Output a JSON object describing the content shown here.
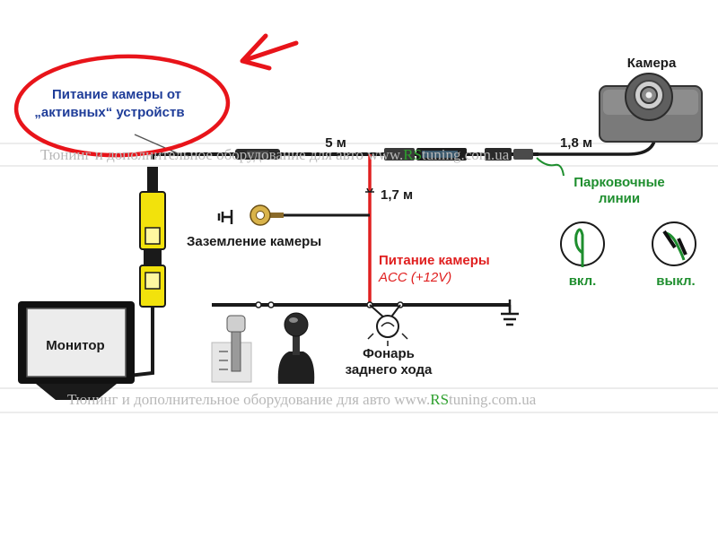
{
  "colors": {
    "wire": "#1a1a1a",
    "power_wire": "#e02020",
    "active_label": "#1f3d99",
    "red_mark": "#e8141a",
    "green": "#1e8e2e",
    "rca_yellow": "#f2e20c",
    "watermark": "#b8b8b8",
    "watermark_rs": "#2ea02e"
  },
  "labels": {
    "active_power_line1": "Питание камеры от",
    "active_power_line2": "„активных“ устройств",
    "camera": "Камера",
    "cable_5m": "5 м",
    "cable_1_8m": "1,8 м",
    "cable_1_7m": "1,7 м",
    "ground": "Заземление камеры",
    "power_title": "Питание камеры",
    "power_sub": "ACC (+12V)",
    "parking_line1": "Парковочные",
    "parking_line2": "линии",
    "on": "вкл.",
    "off": "выкл.",
    "monitor": "Монитор",
    "reverse_line1": "Фонарь",
    "reverse_line2": "заднего хода"
  },
  "watermarks": [
    {
      "prefix": "Тюнинг и дополнительное оборудование для авто www.",
      "brand": "RS",
      "suffix": "tuning.com.ua"
    },
    {
      "prefix": "Тюнинг и дополнительное оборудование для авто www.",
      "brand": "RS",
      "suffix": "tuning.com.ua"
    }
  ],
  "icons": [
    "camera-icon",
    "ground-symbol-icon",
    "ring-terminal-icon",
    "gear-shift-icon",
    "lamp-icon",
    "loop-on-icon",
    "loop-cut-icon",
    "monitor-icon",
    "rca-connector-icon",
    "red-arrow-icon"
  ]
}
